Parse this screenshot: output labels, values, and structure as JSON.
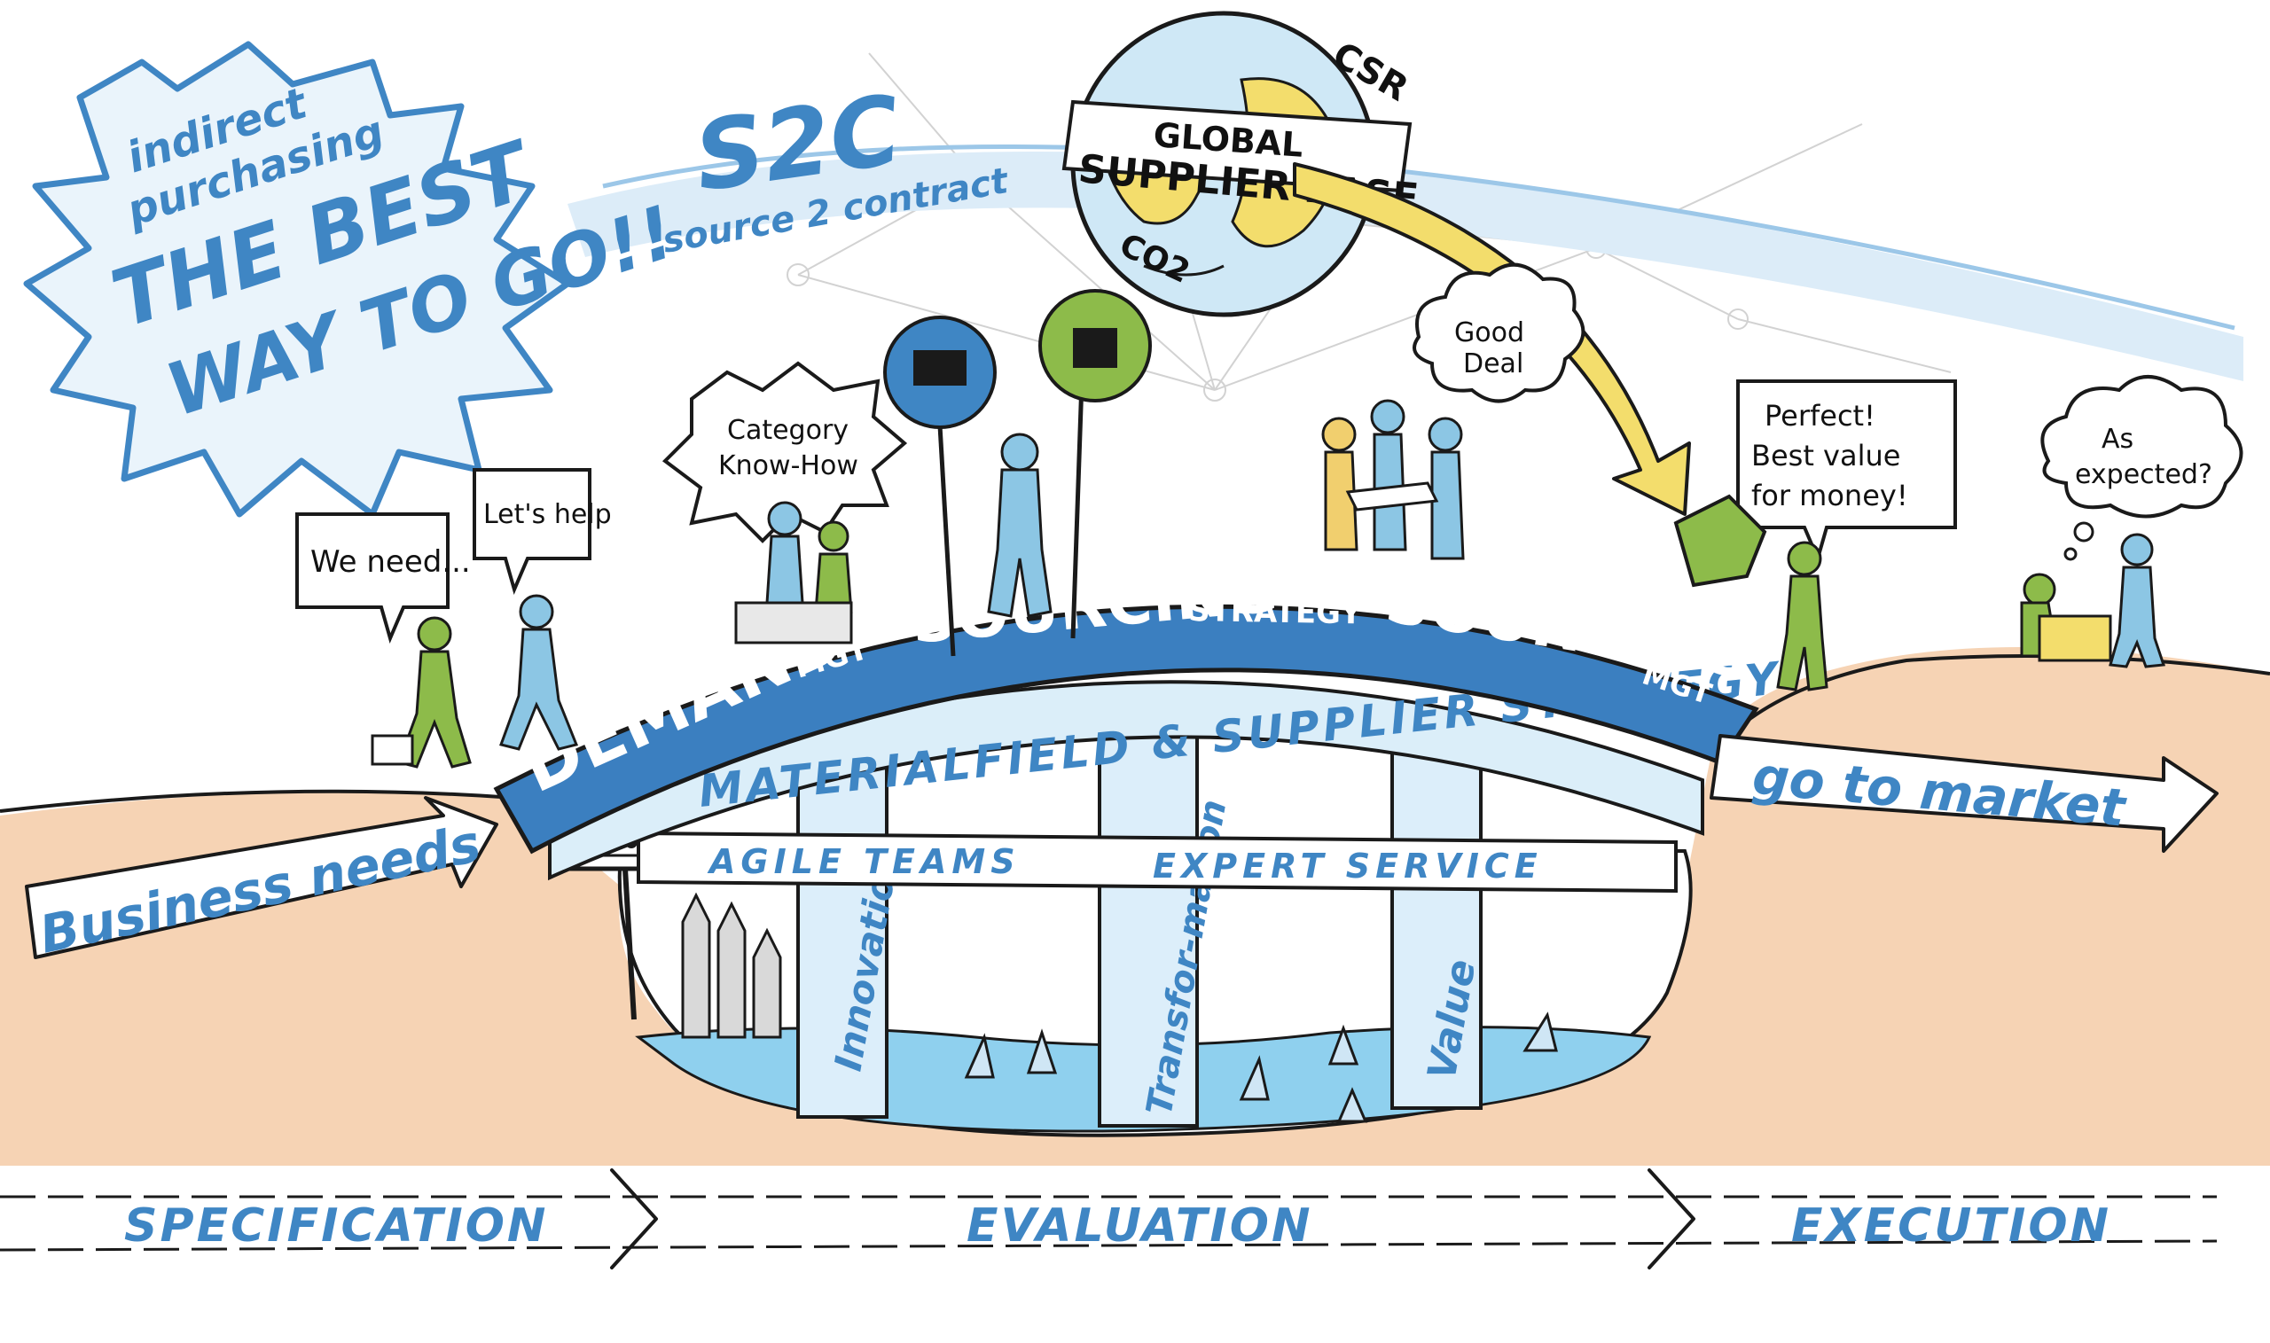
{
  "colors": {
    "primary_blue": "#3f86c4",
    "bridge_blue": "#3b7fc0",
    "light_blue": "#cfe6f5",
    "sand": "#f6d3b4",
    "water": "#8fd0ee",
    "green": "#8dbb4a",
    "yellow": "#f3dd6c"
  },
  "headline": {
    "line1": "indirect",
    "line2": "purchasing",
    "line3": "THE BEST",
    "line4": "WAY TO GO!!"
  },
  "s2c": {
    "title": "S2C",
    "subtitle": "source 2 contract"
  },
  "globe": {
    "csr": "CSR",
    "line1": "GLOBAL",
    "line2": "SUPPLIER BASE",
    "co2": "CO2"
  },
  "bubbles": {
    "we_need": "We need...",
    "lets_help": "Let's help",
    "category_line1": "Category",
    "category_line2": "Know-How",
    "good_deal_line1": "Good",
    "good_deal_line2": "Deal",
    "perfect_line1": "Perfect!",
    "perfect_line2": "Best value",
    "perfect_line3": "for money!",
    "expected_line1": "As",
    "expected_line2": "expected?"
  },
  "bridge": {
    "demand": "DEMAND",
    "demand_suffix": "MGT",
    "sourcing_left": "SOURCING",
    "strategy": "STRATEGY",
    "sourcing_right": "SOURCING",
    "sourcing_right_suffix": "MGT",
    "materialfield": "MATERIALFIELD & SUPPLIER STRATEGY",
    "agile_teams": "AGILE TEAMS",
    "expert_service": "EXPERT SERVICE"
  },
  "pillars": [
    "Innovation",
    "Transfor-mation",
    "Value"
  ],
  "arrows": {
    "business_needs": "Business needs",
    "go_to_market": "go to market"
  },
  "phases": [
    "SPECIFICATION",
    "EVALUATION",
    "EXECUTION"
  ],
  "icons": [
    "warning-sign-icon",
    "stakes-icon",
    "shark-fin-icon",
    "globe-icon",
    "box-icon",
    "briefcase-icon"
  ]
}
